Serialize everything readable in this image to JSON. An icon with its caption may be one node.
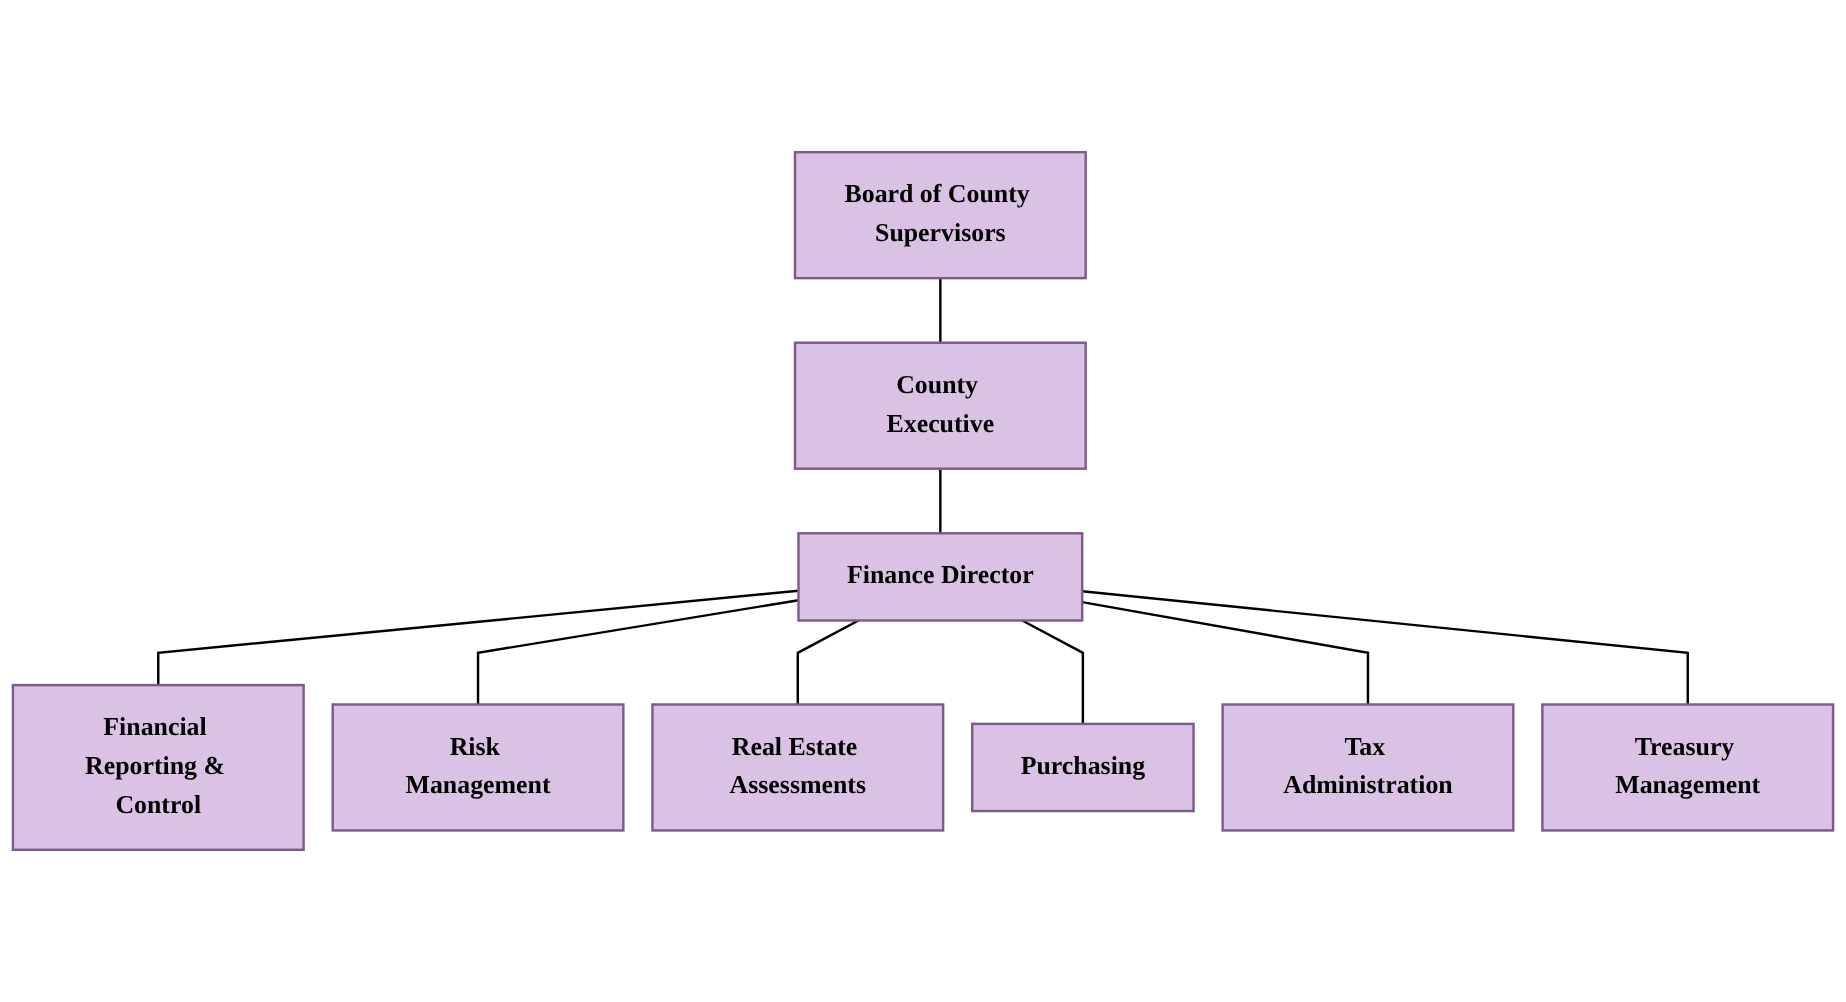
{
  "diagram": {
    "nodes": [
      {
        "text": [
          "Board of County Supervisors"
        ]
      },
      {
        "text": [
          "County Executive"
        ]
      },
      {
        "text": [
          "Finance Director"
        ]
      },
      {
        "text": [
          "Financial Reporting & Control"
        ]
      },
      {
        "text": [
          "Risk Management"
        ]
      },
      {
        "text": [
          "Real Estate Assessments"
        ]
      },
      {
        "text": [
          "Purchasing"
        ]
      },
      {
        "text": [
          "Tax Administration"
        ]
      },
      {
        "text": [
          "Treasury Management"
        ]
      }
    ],
    "edges": [
      {
        "from": 0,
        "to": 1,
        "arrow": "none"
      },
      {
        "from": 1,
        "to": 2,
        "arrow": "none"
      },
      {
        "from": 2,
        "to": 3,
        "arrow": "none"
      },
      {
        "from": 2,
        "to": 4,
        "arrow": "none"
      },
      {
        "from": 2,
        "to": 5,
        "arrow": "none"
      },
      {
        "from": 2,
        "to": 6,
        "arrow": "none"
      },
      {
        "from": 2,
        "to": 7,
        "arrow": "none"
      },
      {
        "from": 2,
        "to": 8,
        "arrow": "none"
      }
    ]
  }
}
